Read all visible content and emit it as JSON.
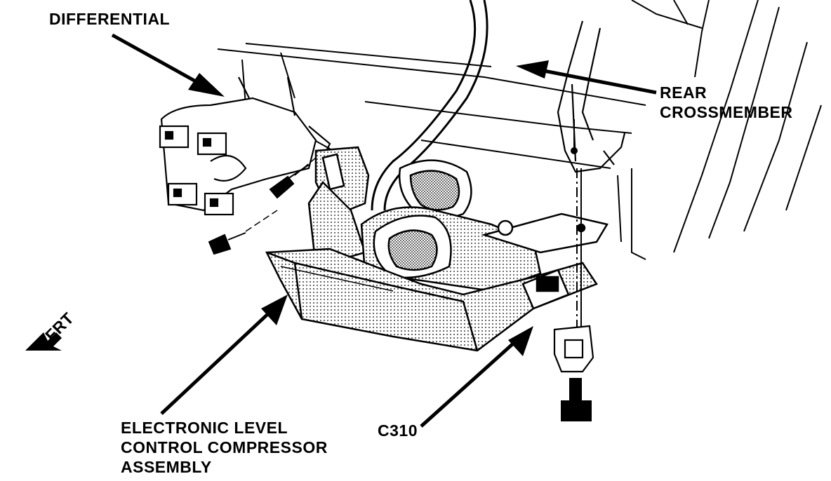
{
  "callouts": {
    "differential": "DIFFERENTIAL",
    "rear_crossmember": [
      "REAR",
      "CROSSMEMBER"
    ],
    "compressor": [
      "ELECTRONIC LEVEL",
      "CONTROL COMPRESSOR",
      "ASSEMBLY"
    ],
    "connector": "C310",
    "front_indicator": "FRT"
  },
  "colors": {
    "ink": "#000000",
    "paper": "#ffffff",
    "stipple": "#808080"
  }
}
